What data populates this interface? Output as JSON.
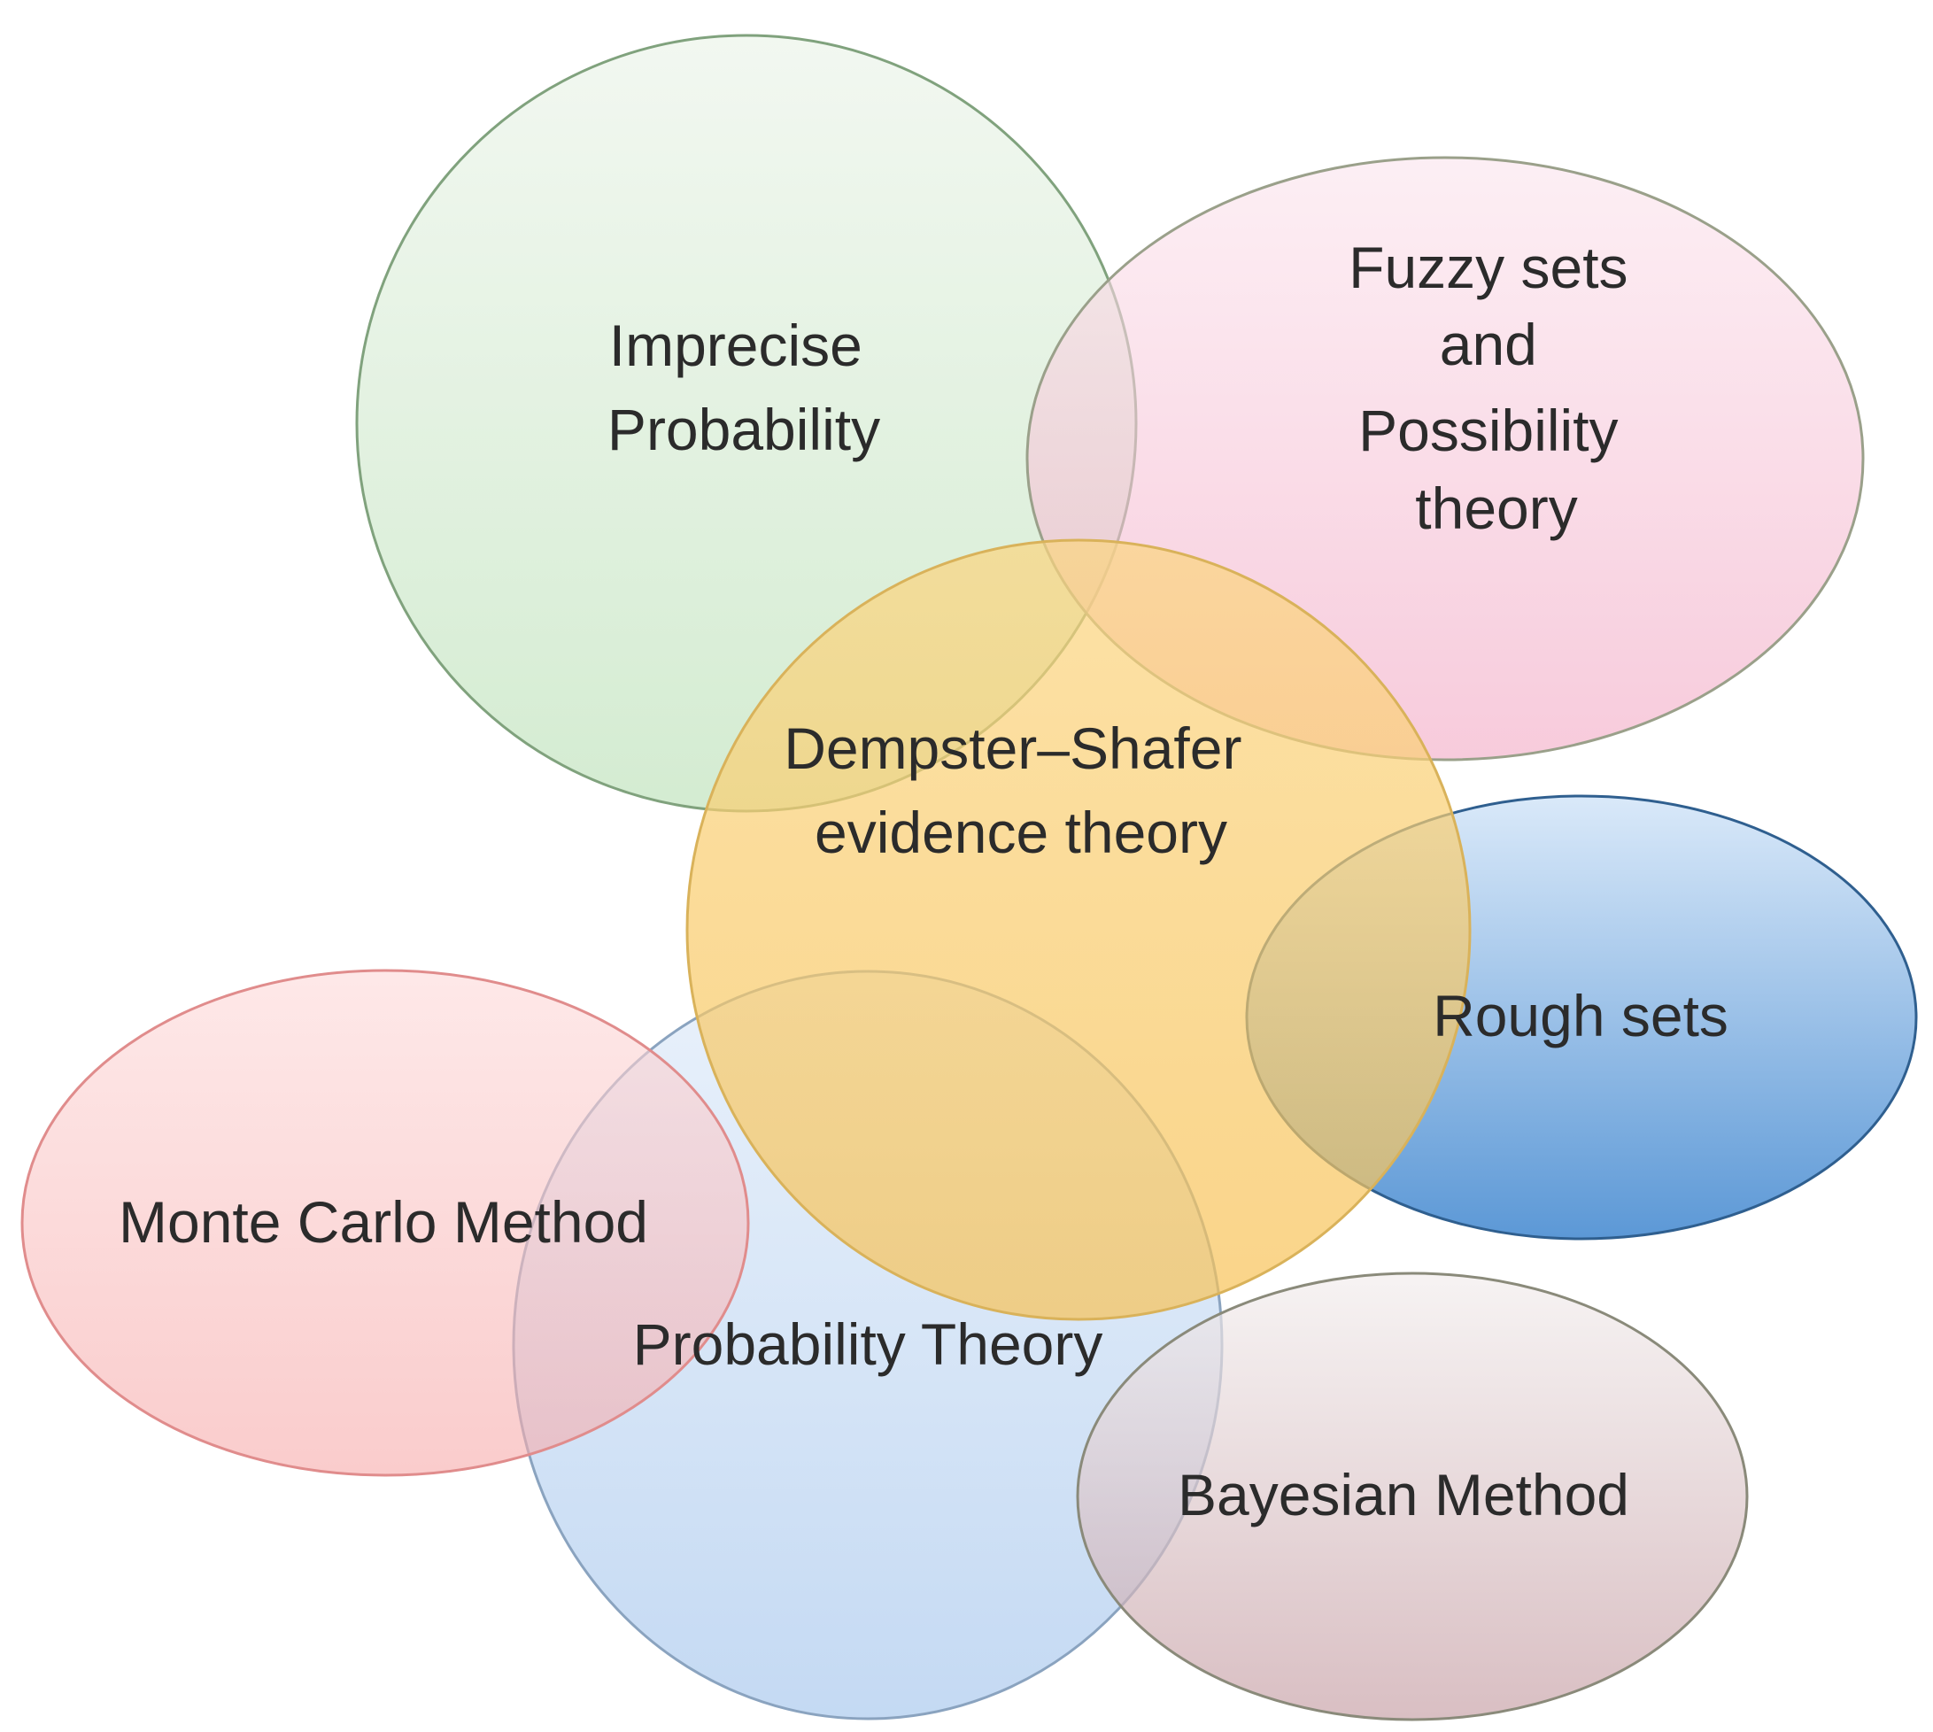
{
  "diagram": {
    "sets": [
      {
        "id": "probability-theory",
        "label_lines": [
          "Probability Theory"
        ],
        "fill_color_top": "#e4eefa",
        "fill_color_bottom": "#b7d1f0",
        "stroke_color": "#8aa3bf"
      },
      {
        "id": "monte-carlo",
        "label_lines": [
          "Monte Carlo Method"
        ],
        "fill_color_top": "#fdd9d9",
        "fill_color_bottom": "#f6aaaa",
        "stroke_color": "#e08c8c"
      },
      {
        "id": "bayesian",
        "label_lines": [
          "Bayesian Method"
        ],
        "fill_color_top": "#f2eded",
        "fill_color_bottom": "#c7a0a6",
        "stroke_color": "#8a8a7a"
      },
      {
        "id": "imprecise-probability",
        "label_lines": [
          "Imprecise",
          "Probability"
        ],
        "fill_color_top": "#eaf3e8",
        "fill_color_bottom": "#b9e0b5",
        "stroke_color": "#80a27d"
      },
      {
        "id": "fuzzy-sets",
        "label_lines": [
          "Fuzzy sets",
          "and",
          "Possibility",
          "theory"
        ],
        "fill_color_top": "#fbe4ed",
        "fill_color_bottom": "#f2a8c4",
        "stroke_color": "#9aa08a"
      },
      {
        "id": "rough-sets",
        "label_lines": [
          "Rough sets"
        ],
        "fill_color_top": "#d3e5f8",
        "fill_color_bottom": "#3f86cf",
        "stroke_color": "#2f5f8f"
      },
      {
        "id": "dempster-shafer",
        "label_lines": [
          "Dempster–Shafer",
          "evidence theory"
        ],
        "fill_color_top": "#fbd580",
        "fill_color_bottom": "#f7c257",
        "stroke_color": "#d9b25a"
      }
    ]
  }
}
